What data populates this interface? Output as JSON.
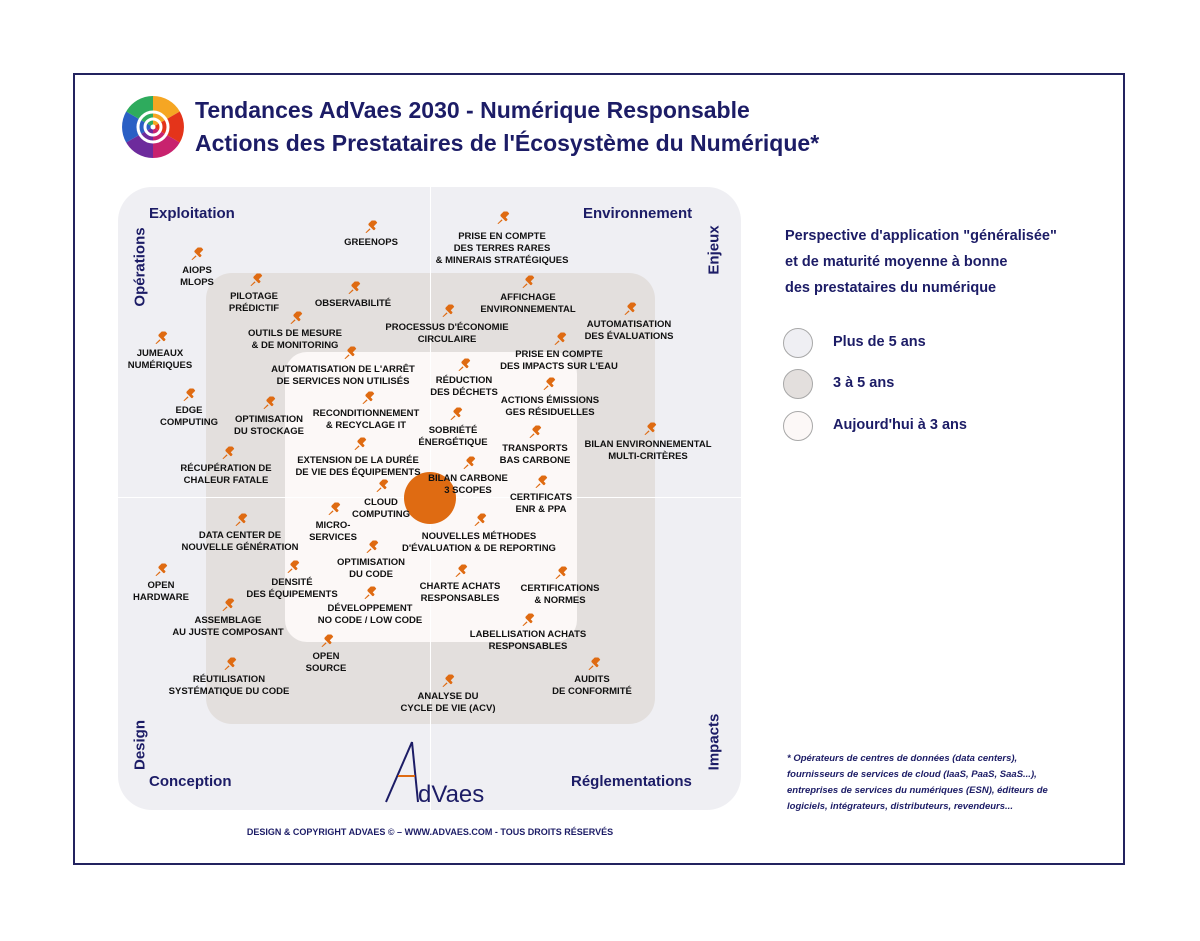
{
  "header": {
    "title_line1": "Tendances AdVaes 2030 - Numérique Responsable",
    "title_line2": "Actions des Prestataires de l'Écosystème du Numérique*"
  },
  "quadrants": {
    "top_left": "Exploitation",
    "top_right": "Environnement",
    "bottom_left": "Conception",
    "bottom_right": "Réglementations"
  },
  "axes": {
    "left_top": "Opérations",
    "left_bottom": "Design",
    "right_top": "Enjeux",
    "right_bottom": "Impacts"
  },
  "items": [
    {
      "label": "GREENOPS",
      "ring": "outer",
      "pin": [
        371,
        227
      ],
      "text": [
        371,
        237
      ]
    },
    {
      "label": "PRISE EN COMPTE\nDES TERRES RARES\n& MINERAIS STRATÉGIQUES",
      "ring": "outer",
      "pin": [
        503,
        218
      ],
      "text": [
        502,
        231
      ]
    },
    {
      "label": "AIOPS\nMLOPS",
      "ring": "outer",
      "pin": [
        197,
        254
      ],
      "text": [
        197,
        265
      ]
    },
    {
      "label": "PILOTAGE\nPRÉDICTIF",
      "ring": "middle",
      "pin": [
        256,
        280
      ],
      "text": [
        254,
        291
      ]
    },
    {
      "label": "OBSERVABILITÉ",
      "ring": "middle",
      "pin": [
        354,
        288
      ],
      "text": [
        353,
        298
      ]
    },
    {
      "label": "AFFICHAGE\nENVIRONNEMENTAL",
      "ring": "middle",
      "pin": [
        528,
        282
      ],
      "text": [
        528,
        292
      ]
    },
    {
      "label": "OUTILS DE MESURE\n& DE MONITORING",
      "ring": "middle",
      "pin": [
        296,
        318
      ],
      "text": [
        295,
        328
      ]
    },
    {
      "label": "PROCESSUS D'ÉCONOMIE\nCIRCULAIRE",
      "ring": "middle",
      "pin": [
        448,
        311
      ],
      "text": [
        447,
        322
      ]
    },
    {
      "label": "AUTOMATISATION\nDES ÉVALUATIONS",
      "ring": "outer",
      "pin": [
        630,
        309
      ],
      "text": [
        629,
        319
      ]
    },
    {
      "label": "JUMEAUX\nNUMÉRIQUES",
      "ring": "outer",
      "pin": [
        161,
        338
      ],
      "text": [
        160,
        348
      ]
    },
    {
      "label": "PRISE EN COMPTE\nDES IMPACTS SUR L'EAU",
      "ring": "middle",
      "pin": [
        560,
        339
      ],
      "text": [
        559,
        349
      ]
    },
    {
      "label": "AUTOMATISATION DE L'ARRÊT\nDE SERVICES NON UTILISÉS",
      "ring": "inner",
      "pin": [
        350,
        353
      ],
      "text": [
        343,
        364
      ]
    },
    {
      "label": "RÉDUCTION\nDES DÉCHETS",
      "ring": "inner",
      "pin": [
        464,
        365
      ],
      "text": [
        464,
        375
      ]
    },
    {
      "label": "ACTIONS ÉMISSIONS\nGES RÉSIDUELLES",
      "ring": "middle",
      "pin": [
        549,
        384
      ],
      "text": [
        550,
        395
      ]
    },
    {
      "label": "EDGE\nCOMPUTING",
      "ring": "outer",
      "pin": [
        189,
        395
      ],
      "text": [
        189,
        405
      ]
    },
    {
      "label": "OPTIMISATION\nDU STOCKAGE",
      "ring": "middle",
      "pin": [
        269,
        403
      ],
      "text": [
        269,
        414
      ]
    },
    {
      "label": "RECONDITIONNEMENT\n& RECYCLAGE IT",
      "ring": "inner",
      "pin": [
        368,
        398
      ],
      "text": [
        366,
        408
      ]
    },
    {
      "label": "SOBRIÉTÉ\nÉNERGÉTIQUE",
      "ring": "inner",
      "pin": [
        456,
        414
      ],
      "text": [
        453,
        425
      ]
    },
    {
      "label": "BILAN ENVIRONNEMENTAL\nMULTI-CRITÈRES",
      "ring": "outer",
      "pin": [
        650,
        429
      ],
      "text": [
        648,
        439
      ]
    },
    {
      "label": "TRANSPORTS\nBAS CARBONE",
      "ring": "middle",
      "pin": [
        535,
        432
      ],
      "text": [
        535,
        443
      ]
    },
    {
      "label": "EXTENSION DE LA DURÉE\nDE VIE DES ÉQUIPEMENTS",
      "ring": "inner",
      "pin": [
        360,
        444
      ],
      "text": [
        358,
        455
      ]
    },
    {
      "label": "RÉCUPÉRATION DE\nCHALEUR FATALE",
      "ring": "outer",
      "pin": [
        228,
        453
      ],
      "text": [
        226,
        463
      ]
    },
    {
      "label": "BILAN CARBONE\n3 SCOPES",
      "ring": "core",
      "pin": [
        469,
        463
      ],
      "text": [
        468,
        473
      ]
    },
    {
      "label": "CERTIFICATS\nENR & PPA",
      "ring": "middle",
      "pin": [
        541,
        482
      ],
      "text": [
        541,
        492
      ]
    },
    {
      "label": "CLOUD\nCOMPUTING",
      "ring": "inner",
      "pin": [
        382,
        486
      ],
      "text": [
        381,
        497
      ]
    },
    {
      "label": "MICRO-\nSERVICES",
      "ring": "inner",
      "pin": [
        334,
        509
      ],
      "text": [
        333,
        520
      ]
    },
    {
      "label": "DATA CENTER DE\nNOUVELLE GÉNÉRATION",
      "ring": "middle",
      "pin": [
        241,
        520
      ],
      "text": [
        240,
        530
      ]
    },
    {
      "label": "NOUVELLES MÉTHODES\nD'ÉVALUATION & DE REPORTING",
      "ring": "inner",
      "pin": [
        480,
        520
      ],
      "text": [
        479,
        531
      ]
    },
    {
      "label": "OPTIMISATION\nDU CODE",
      "ring": "inner",
      "pin": [
        372,
        547
      ],
      "text": [
        371,
        557
      ]
    },
    {
      "label": "DENSITÉ\nDES ÉQUIPEMENTS",
      "ring": "middle",
      "pin": [
        293,
        567
      ],
      "text": [
        292,
        577
      ]
    },
    {
      "label": "CHARTE ACHATS\nRESPONSABLES",
      "ring": "inner",
      "pin": [
        461,
        571
      ],
      "text": [
        460,
        581
      ]
    },
    {
      "label": "CERTIFICATIONS\n& NORMES",
      "ring": "middle",
      "pin": [
        561,
        573
      ],
      "text": [
        560,
        583
      ]
    },
    {
      "label": "OPEN\nHARDWARE",
      "ring": "outer",
      "pin": [
        161,
        570
      ],
      "text": [
        161,
        580
      ]
    },
    {
      "label": "ASSEMBLAGE\nAU JUSTE COMPOSANT",
      "ring": "middle",
      "pin": [
        228,
        605
      ],
      "text": [
        228,
        615
      ]
    },
    {
      "label": "DÉVELOPPEMENT\nNO CODE / LOW CODE",
      "ring": "inner",
      "pin": [
        370,
        593
      ],
      "text": [
        370,
        603
      ]
    },
    {
      "label": "LABELLISATION ACHATS\nRESPONSABLES",
      "ring": "middle",
      "pin": [
        528,
        620
      ],
      "text": [
        528,
        629
      ]
    },
    {
      "label": "OPEN\nSOURCE",
      "ring": "middle",
      "pin": [
        327,
        641
      ],
      "text": [
        326,
        651
      ]
    },
    {
      "label": "RÉUTILISATION\nSYSTÉMATIQUE DU CODE",
      "ring": "middle",
      "pin": [
        230,
        664
      ],
      "text": [
        229,
        674
      ]
    },
    {
      "label": "AUDITS\nDE CONFORMITÉ",
      "ring": "middle",
      "pin": [
        594,
        664
      ],
      "text": [
        592,
        674
      ]
    },
    {
      "label": "ANALYSE DU\nCYCLE DE VIE (ACV)",
      "ring": "middle",
      "pin": [
        448,
        681
      ],
      "text": [
        448,
        691
      ]
    }
  ],
  "brand": "AdVaes",
  "copyright": "DESIGN & COPYRIGHT ADVAES © – WWW.ADVAES.COM - TOUS DROITS RÉSERVÉS",
  "legend": {
    "title": "Perspective d'application \"généralisée\"\net de maturité moyenne à bonne\ndes prestataires du numérique",
    "entries": [
      {
        "label": "Plus de 5 ans",
        "color": "#efeff3"
      },
      {
        "label": "3 à 5 ans",
        "color": "#e3dfdd"
      },
      {
        "label": "Aujourd'hui à 3 ans",
        "color": "#fcf8f7"
      }
    ]
  },
  "footnote": "* Opérateurs de centres de données (data centers),\nfournisseurs de services de cloud (IaaS, PaaS, SaaS...),\nentreprises de services du numériques (ESN), éditeurs de\nlogiciels, intégrateurs, distributeurs, revendeurs...",
  "colors": {
    "navy": "#1c1c66",
    "accent": "#df6b12",
    "ring_outer": "#efeff3",
    "ring_middle": "#e3dfdd",
    "ring_inner": "#fcf8f7"
  }
}
